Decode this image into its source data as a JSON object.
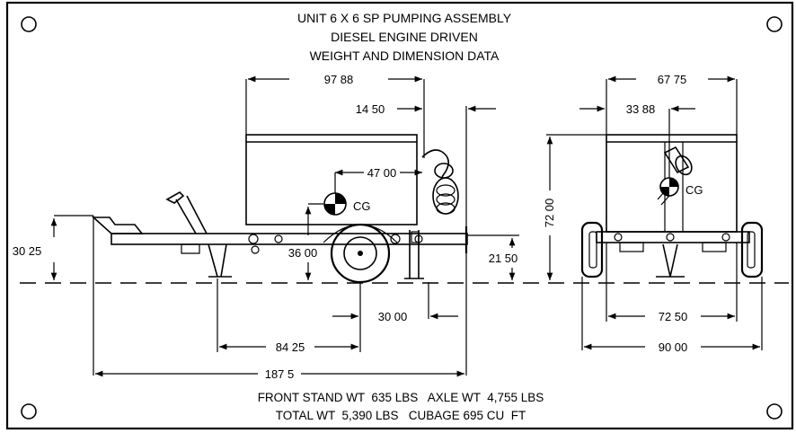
{
  "title": {
    "line1": "UNIT 6 X 6 SP PUMPING ASSEMBLY",
    "line2": "DIESEL ENGINE DRIVEN",
    "line3": "WEIGHT AND DIMENSION DATA"
  },
  "side_view": {
    "overall_length": "187 5",
    "frame_length": "97 88",
    "cg_offset_top": "14 50",
    "cg_horizontal": "47 00",
    "cg_height": "36 00",
    "hitch_height": "30 25",
    "rear_height": "21 50",
    "axle_offset": "30 00",
    "stand_to_axle": "84 25",
    "cg_label": "CG"
  },
  "rear_view": {
    "overall_width": "67 75",
    "cg_lateral": "33 88",
    "height": "72 00",
    "track_width": "72 50",
    "overall_width_bottom": "90 00",
    "cg_label": "CG"
  },
  "footer": {
    "line1": "FRONT STAND WT  635 LBS   AXLE WT  4,755 LBS",
    "line2": "TOTAL WT  5,390 LBS   CUBAGE 695 CU  FT"
  }
}
